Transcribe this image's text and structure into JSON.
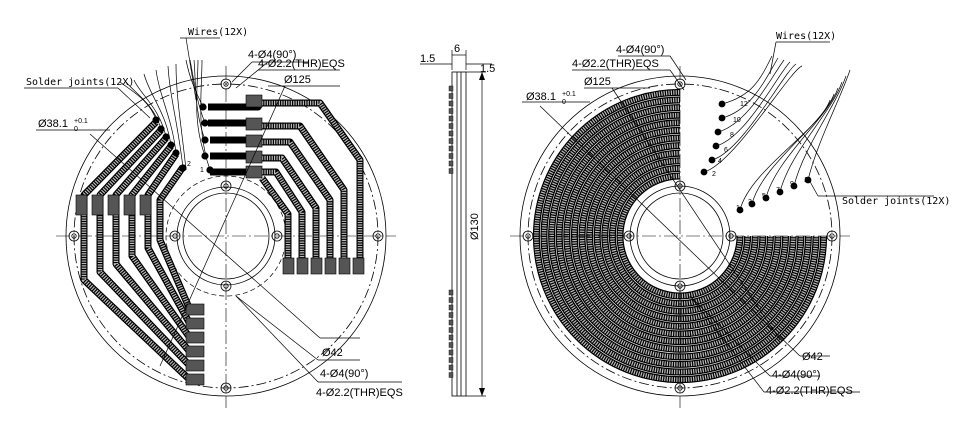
{
  "left_view": {
    "wires_label": "Wires(12X)",
    "solder_label": "Solder joints(12X)",
    "hole_label_top": "4-Ø4(90°)",
    "thread_label_top": "4-Ø2.2(THR)EQS",
    "outer_dia": "Ø125",
    "bore_dia": "Ø38.1",
    "bore_tol_upper": "+0.1",
    "bore_tol_lower": "0",
    "inner_dia": "Ø42",
    "hole_label_bottom": "4-Ø4(90°)",
    "thread_label_bottom": "4-Ø2.2(THR)EQS",
    "ring_numbers": [
      "1",
      "2"
    ]
  },
  "side_view": {
    "width_total": "6",
    "offset_left": "1.5",
    "offset_right": "1.5",
    "diameter": "Ø130"
  },
  "right_view": {
    "wires_label": "Wires(12X)",
    "solder_label": "Solder joints(12X)",
    "hole_label_top": "4-Ø4(90°)",
    "thread_label_top": "4-Ø2.2(THR)EQS",
    "outer_dia": "Ø125",
    "bore_dia": "Ø38.1",
    "bore_tol_upper": "+0.1",
    "bore_tol_lower": "0",
    "inner_dia": "Ø42",
    "hole_label_bottom": "4-Ø4(90°)",
    "thread_label_bottom": "4-Ø2.2(THR)EQS",
    "even_numbers": [
      "12",
      "10",
      "8",
      "6",
      "4",
      "2"
    ],
    "odd_numbers": [
      "1",
      "3",
      "5",
      "7",
      "9",
      "11"
    ]
  }
}
